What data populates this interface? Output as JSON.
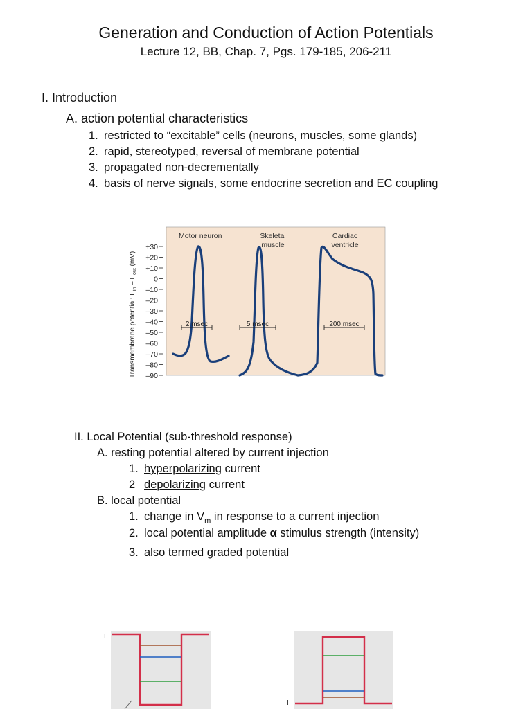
{
  "header": {
    "title": "Generation and Conduction of Action Potentials",
    "subtitle": "Lecture 12, BB, Chap. 7, Pgs. 179-185, 206-211"
  },
  "section1": {
    "heading": "I. Introduction",
    "sub_a": "A.  action potential characteristics",
    "items": [
      {
        "num": "1.",
        "text": "restricted to “excitable” cells (neurons, muscles, some glands)"
      },
      {
        "num": "2.",
        "text": "rapid, stereotyped, reversal of membrane potential"
      },
      {
        "num": "3.",
        "text": "propagated non-decrementally"
      },
      {
        "num": "4.",
        "text": "basis of nerve signals, some endocrine secretion and EC coupling"
      }
    ]
  },
  "figure1": {
    "y_axis_label_main": "Transmembrane potential: E",
    "y_axis_label_sub1": "in",
    "y_axis_label_mid": " – E",
    "y_axis_label_sub2": "out",
    "y_axis_label_end": " (mV)",
    "ticks": [
      "+30",
      "+20",
      "+10",
      "0",
      "–10",
      "–20",
      "–30",
      "–40",
      "–50",
      "–60",
      "–70",
      "–80",
      "–90"
    ],
    "panels": {
      "motor_label": "Motor neuron",
      "skeletal_label_1": "Skeletal",
      "skeletal_label_2": "muscle",
      "cardiac_label_1": "Cardiac",
      "cardiac_label_2": "ventricle"
    },
    "scale_bars": {
      "motor": "2 msec",
      "skeletal": "5 msec",
      "cardiac": "200 msec"
    },
    "colors": {
      "background": "#f6e3d1",
      "trace": "#1a3f7a"
    }
  },
  "section2": {
    "heading": "II.  Local Potential (sub-threshold response)",
    "sub_a": "A.  resting potential altered by current injection",
    "a_items": [
      {
        "num": "1.",
        "text_u": "hyperpolarizing",
        "text": " current"
      },
      {
        "num": "2",
        "text_u": "depolarizing",
        "text": " current"
      }
    ],
    "sub_b": "B. local potential",
    "b1_num": "1.",
    "b1_pre": "change in V",
    "b1_sub": "m",
    "b1_post": " in response to a current injection",
    "b2_num": "2.",
    "b2_pre": "local potential amplitude ",
    "b2_alpha": "α",
    "b2_post": " stimulus strength (intensity)",
    "b3_num": "3.",
    "b3_text": "also termed graded potential"
  },
  "figure2": {
    "left_label": "I",
    "right_label": "I",
    "colors": {
      "panel": "#e6e6e6",
      "pulse": "#d32f4a",
      "brown": "#a0522d",
      "blue": "#1f5fbf",
      "green": "#2e9e3e"
    }
  }
}
